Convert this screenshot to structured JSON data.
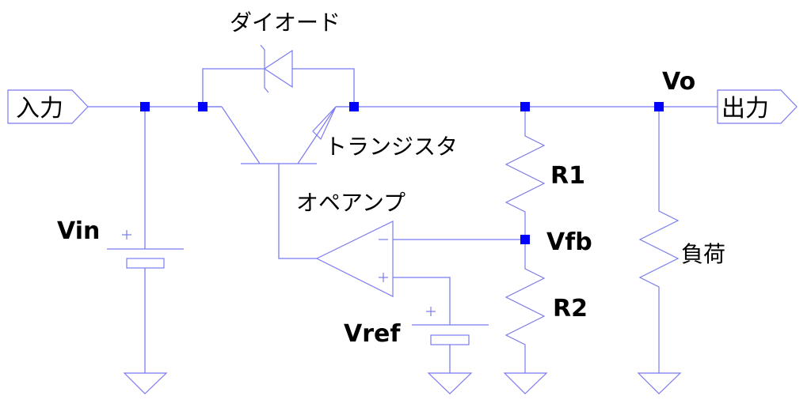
{
  "diagram": {
    "type": "linear-voltage-regulator-schematic",
    "colors": {
      "wire": "#7b7bf0",
      "junction": "#0000ff",
      "text": "#000000",
      "background": "#ffffff"
    },
    "ports": {
      "input": "入力",
      "output": "出力"
    },
    "components": {
      "diode": "ダイオード",
      "transistor": "トランジスタ",
      "opamp": "オペアンプ",
      "r1": "R1",
      "r2": "R2",
      "load": "負荷",
      "vin": "Vin",
      "vref": "Vref"
    },
    "nets": {
      "vo": "Vo",
      "vfb": "Vfb"
    },
    "signs": {
      "plus": "+",
      "minus": "−"
    }
  }
}
